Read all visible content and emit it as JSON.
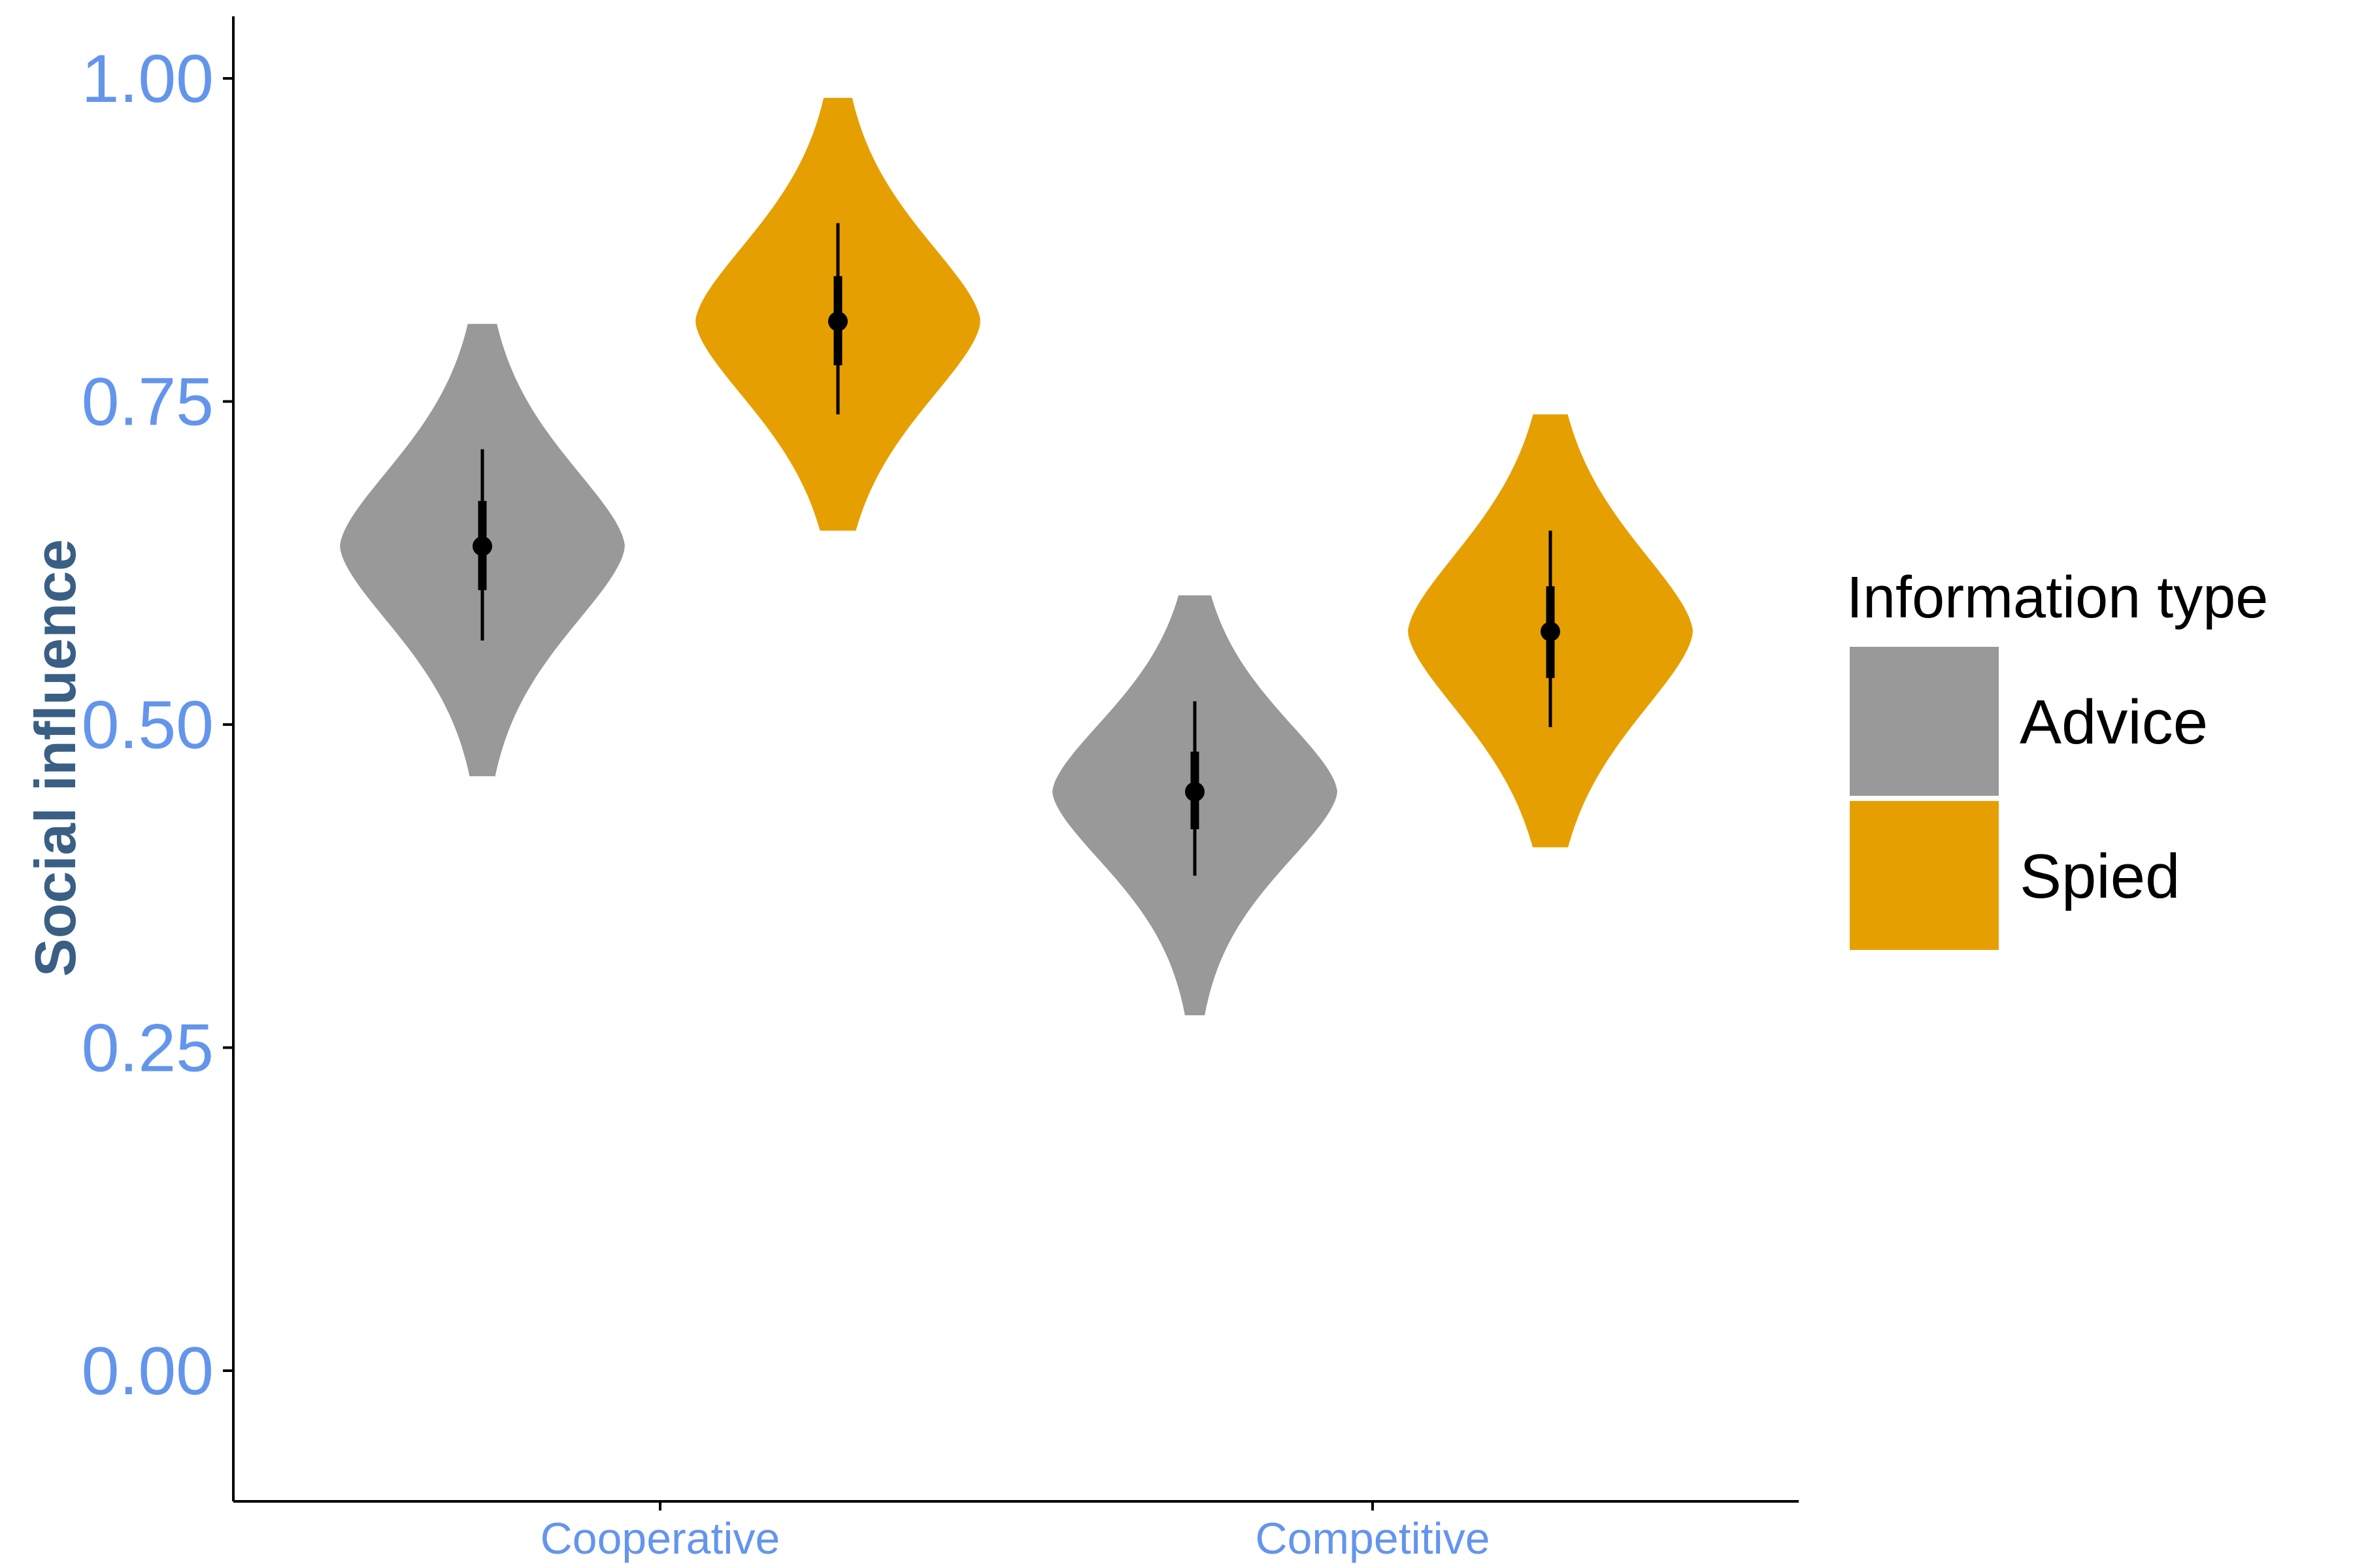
{
  "chart_data": {
    "type": "violin",
    "ylabel": "Social influence",
    "xlabel": "",
    "ylim": [
      -0.1,
      1.05
    ],
    "yticks": [
      0.0,
      0.25,
      0.5,
      0.75,
      1.0
    ],
    "ytick_labels": [
      "0.00",
      "0.25",
      "0.50",
      "0.75",
      "1.00"
    ],
    "categories": [
      "Cooperative",
      "Competitive"
    ],
    "grid": false,
    "legend": {
      "title": "Information type",
      "position": "right",
      "entries": [
        {
          "label": "Advice",
          "color": "#999999"
        },
        {
          "label": "Spied",
          "color": "#E69F00"
        }
      ]
    },
    "series": [
      {
        "name": "Advice",
        "color": "#999999",
        "points": [
          {
            "category": "Cooperative",
            "median": 0.638,
            "q_low": 0.604,
            "q_high": 0.673,
            "ci_low": 0.565,
            "ci_high": 0.713,
            "min": 0.46,
            "max": 0.81
          },
          {
            "category": "Competitive",
            "median": 0.448,
            "q_low": 0.419,
            "q_high": 0.479,
            "ci_low": 0.383,
            "ci_high": 0.518,
            "min": 0.275,
            "max": 0.6
          }
        ]
      },
      {
        "name": "Spied",
        "color": "#E69F00",
        "points": [
          {
            "category": "Cooperative",
            "median": 0.812,
            "q_low": 0.778,
            "q_high": 0.847,
            "ci_low": 0.74,
            "ci_high": 0.888,
            "min": 0.65,
            "max": 0.985
          },
          {
            "category": "Competitive",
            "median": 0.572,
            "q_low": 0.536,
            "q_high": 0.607,
            "ci_low": 0.498,
            "ci_high": 0.65,
            "min": 0.405,
            "max": 0.74
          }
        ]
      }
    ]
  },
  "colors": {
    "tick_label": "#6495ED",
    "axis_title": "#3A5F85",
    "axis_line": "#000000",
    "point": "#000000"
  }
}
